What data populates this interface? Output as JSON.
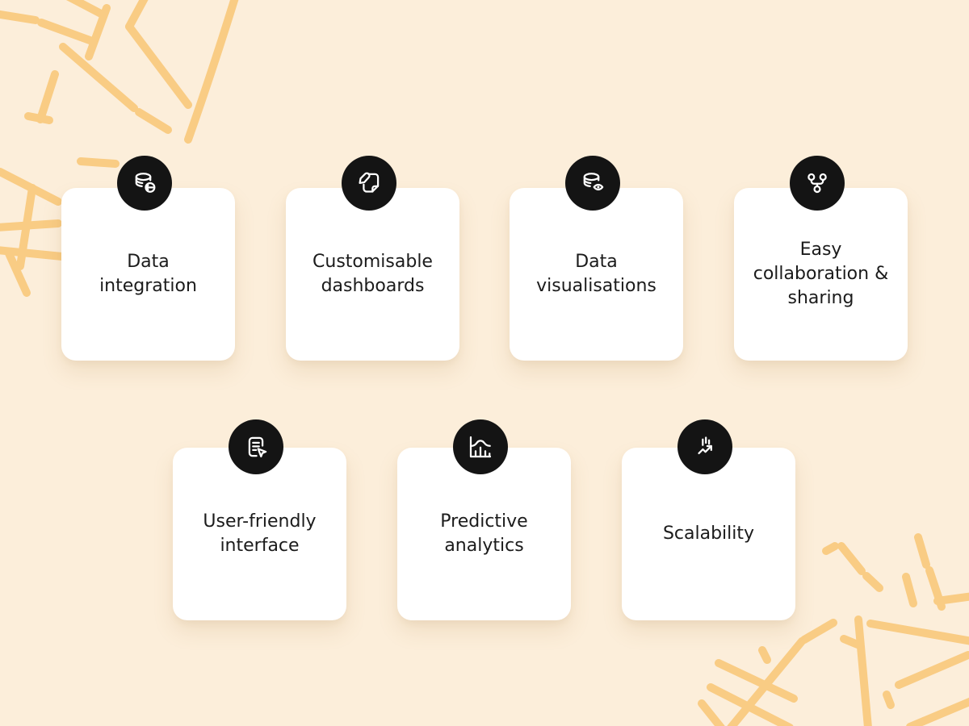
{
  "colors": {
    "background": "#FCEEDA",
    "pattern_lines": "#F9CC84",
    "card_background": "#FFFFFF",
    "icon_badge": "#141414",
    "text": "#1B1B1B"
  },
  "features": [
    {
      "label": "Data integration",
      "icon": "database-sync-icon"
    },
    {
      "label": "Customisable dashboards",
      "icon": "note-edit-icon"
    },
    {
      "label": "Data visualisations",
      "icon": "database-view-icon"
    },
    {
      "label": "Easy collaboration & sharing",
      "icon": "share-network-icon"
    },
    {
      "label": "User-friendly interface",
      "icon": "document-cursor-icon"
    },
    {
      "label": "Predictive analytics",
      "icon": "chart-histogram-icon"
    },
    {
      "label": "Scalability",
      "icon": "chart-growth-icon"
    }
  ]
}
